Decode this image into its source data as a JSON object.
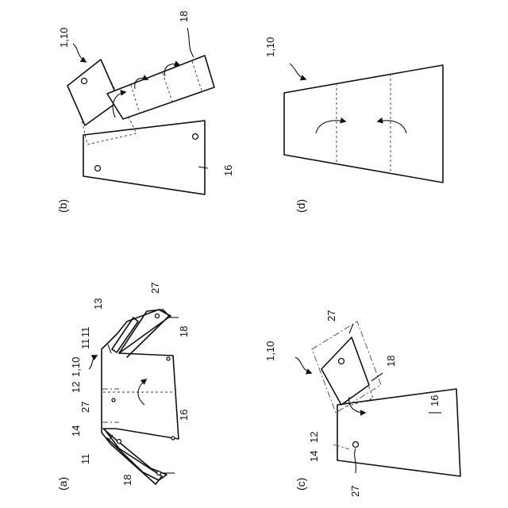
{
  "panels": {
    "a": {
      "caption": "(a)",
      "labels": {
        "l_11a": "11",
        "l_13": "13",
        "l_11b": "11",
        "l_110": "1,10",
        "l_12": "12",
        "l_27a": "27",
        "l_14": "14",
        "l_11c": "11",
        "l_18a": "18",
        "l_16": "16",
        "l_18b": "18",
        "l_27b": "27"
      }
    },
    "b": {
      "caption": "(b)",
      "labels": {
        "l_110": "1,10",
        "l_18": "18",
        "l_16": "16"
      }
    },
    "c": {
      "caption": "(c)",
      "labels": {
        "l_110": "1,10",
        "l_27a": "27",
        "l_18": "18",
        "l_16": "16",
        "l_12": "12",
        "l_14": "14",
        "l_27b": "27"
      }
    },
    "d": {
      "caption": "(d)",
      "labels": {
        "l_110": "1,10"
      }
    }
  },
  "icons": [
    "curved-arrow-icon",
    "hole-icon",
    "squiggle-leader-arrow-icon"
  ]
}
